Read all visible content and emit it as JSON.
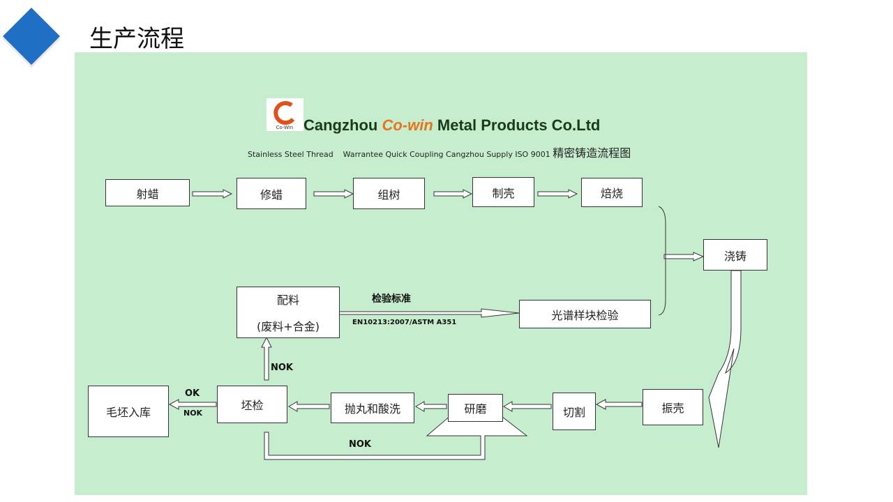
{
  "slide": {
    "title": "生产流程",
    "accent": "#1f6fc4",
    "panel_bg": "#c7edcf"
  },
  "header": {
    "logo_text": "Co-Win",
    "company_a": "Cangzhou ",
    "company_b": "Co-win",
    "company_c": " Metal Products Co.Ltd",
    "subtitle": "Stainless Steel Thread    Warrantee Quick Coupling Cangzhou Supply ISO 9001 ",
    "subtitle_cn": "精密铸造流程图"
  },
  "steps": {
    "s1": "射蜡",
    "s2": "修蜡",
    "s3": "组树",
    "s4": "制壳",
    "s5": "焙烧",
    "s6": "浇铸",
    "s7": "光谱样块检验",
    "s8a": "配料",
    "s8b": "(废料+合金)",
    "s9": "振壳",
    "s10": "切割",
    "s11": "研磨",
    "s12": "抛丸和酸洗",
    "s13": "坯检",
    "s14": "毛坯入库"
  },
  "labels": {
    "std": "检验标准",
    "std_code": "EN10213:2007/ASTM A351",
    "nok_up": "NOK",
    "ok": "OK",
    "nok_small": "NOK",
    "nok_loop": "NOK"
  }
}
